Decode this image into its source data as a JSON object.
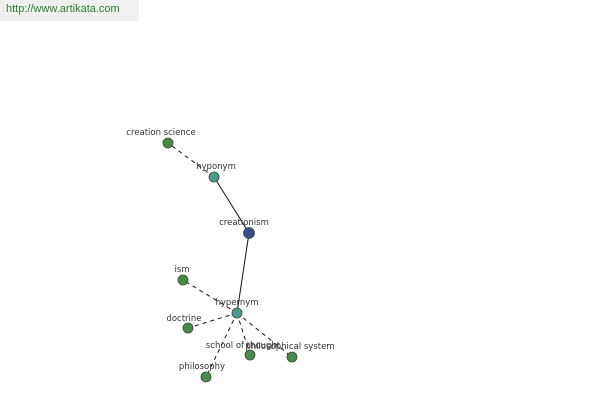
{
  "header": {
    "url": "http://www.artikata.com"
  },
  "colors": {
    "center": "#3b4a8a",
    "relation": "#4a9a8f",
    "leaf": "#4a8a4a",
    "url_text": "#2e7d32"
  },
  "graph": {
    "nodes": [
      {
        "id": "creationism",
        "label": "creationism",
        "kind": "center"
      },
      {
        "id": "hyponym",
        "label": "hyponym",
        "kind": "relation"
      },
      {
        "id": "hypernym",
        "label": "hypernym",
        "kind": "relation"
      },
      {
        "id": "creation-science",
        "label": "creation science",
        "kind": "leaf"
      },
      {
        "id": "ism",
        "label": "ism",
        "kind": "leaf"
      },
      {
        "id": "doctrine",
        "label": "doctrine",
        "kind": "leaf"
      },
      {
        "id": "school-of-thought",
        "label": "school of thought",
        "kind": "leaf"
      },
      {
        "id": "philosophical-system",
        "label": "philosophical system",
        "kind": "leaf"
      },
      {
        "id": "philosophy",
        "label": "philosophy",
        "kind": "leaf"
      }
    ],
    "edges": [
      {
        "from": "creationism",
        "to": "hyponym",
        "style": "solid"
      },
      {
        "from": "creationism",
        "to": "hypernym",
        "style": "solid"
      },
      {
        "from": "hyponym",
        "to": "creation-science",
        "style": "dashed"
      },
      {
        "from": "hypernym",
        "to": "ism",
        "style": "dashed"
      },
      {
        "from": "hypernym",
        "to": "doctrine",
        "style": "dashed"
      },
      {
        "from": "hypernym",
        "to": "school-of-thought",
        "style": "dashed"
      },
      {
        "from": "hypernym",
        "to": "philosophical-system",
        "style": "dashed"
      },
      {
        "from": "hypernym",
        "to": "philosophy",
        "style": "dashed"
      }
    ]
  }
}
